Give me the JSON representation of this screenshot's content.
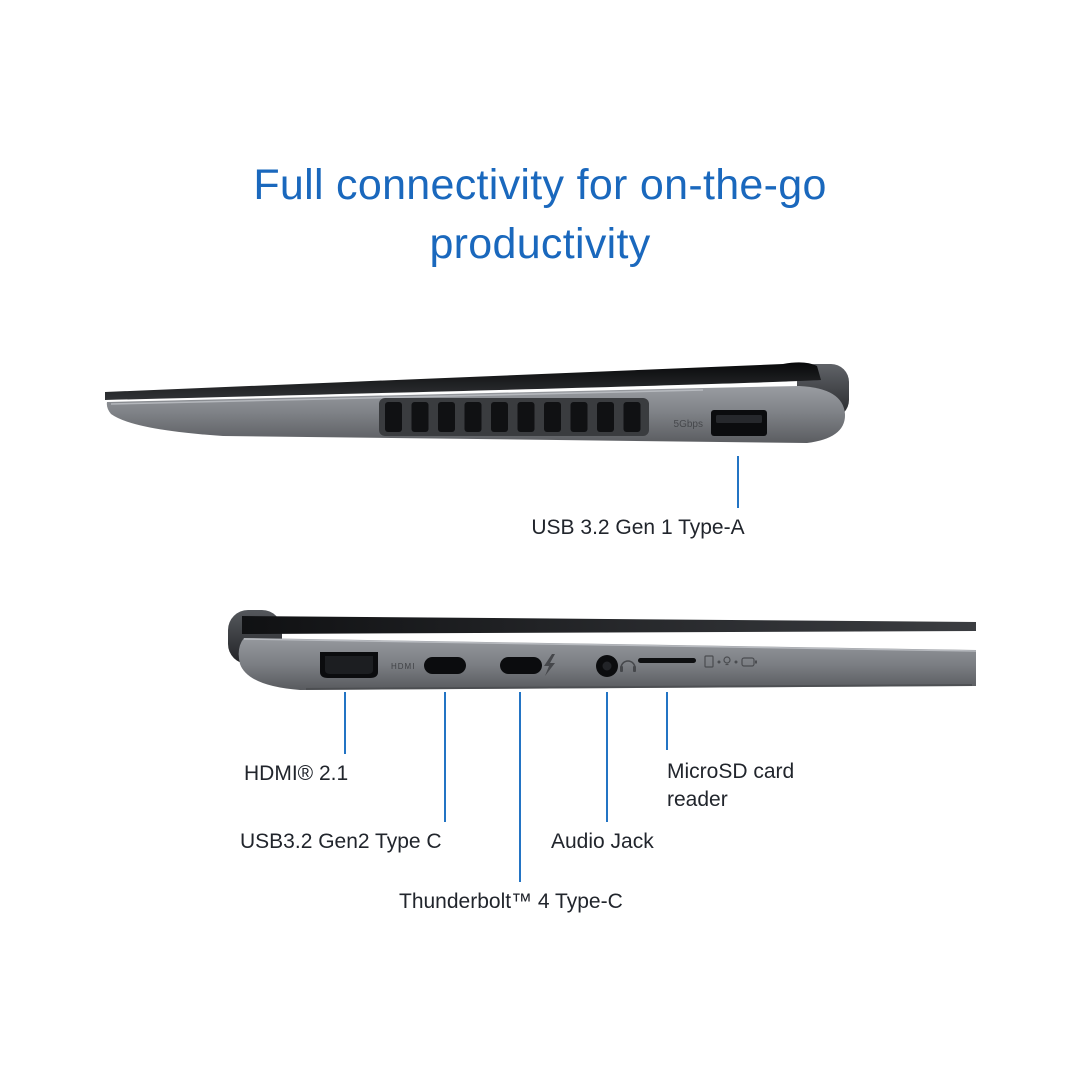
{
  "title": {
    "line1": "Full connectivity for on-the-go",
    "line2": "productivity"
  },
  "colors": {
    "accent_blue": "#1a68bd",
    "callout_line_blue": "#2374c4",
    "label_text": "#21252c",
    "laptop_body_light": "#9a9da2",
    "laptop_body_dark": "#5b5d61",
    "laptop_lid_dark": "#0a0b0c",
    "port_interior": "#0b0c0e"
  },
  "top_view": {
    "name": "laptop right side profile",
    "chassis_marking": "5Gbps",
    "callout": {
      "label": "USB 3.2 Gen 1 Type-A"
    }
  },
  "bottom_view": {
    "name": "laptop left side profile",
    "chassis_marking": "HDMI",
    "callouts": {
      "hdmi": "HDMI® 2.1",
      "usb_c": "USB3.2 Gen2 Type C",
      "thunderbolt": "Thunderbolt™ 4 Type-C",
      "audio": "Audio Jack",
      "microsd": "MicroSD card reader"
    }
  },
  "icons": [
    "thunderbolt-icon",
    "headset-icon",
    "sd-card-icon",
    "bulb-icon",
    "battery-icon"
  ]
}
